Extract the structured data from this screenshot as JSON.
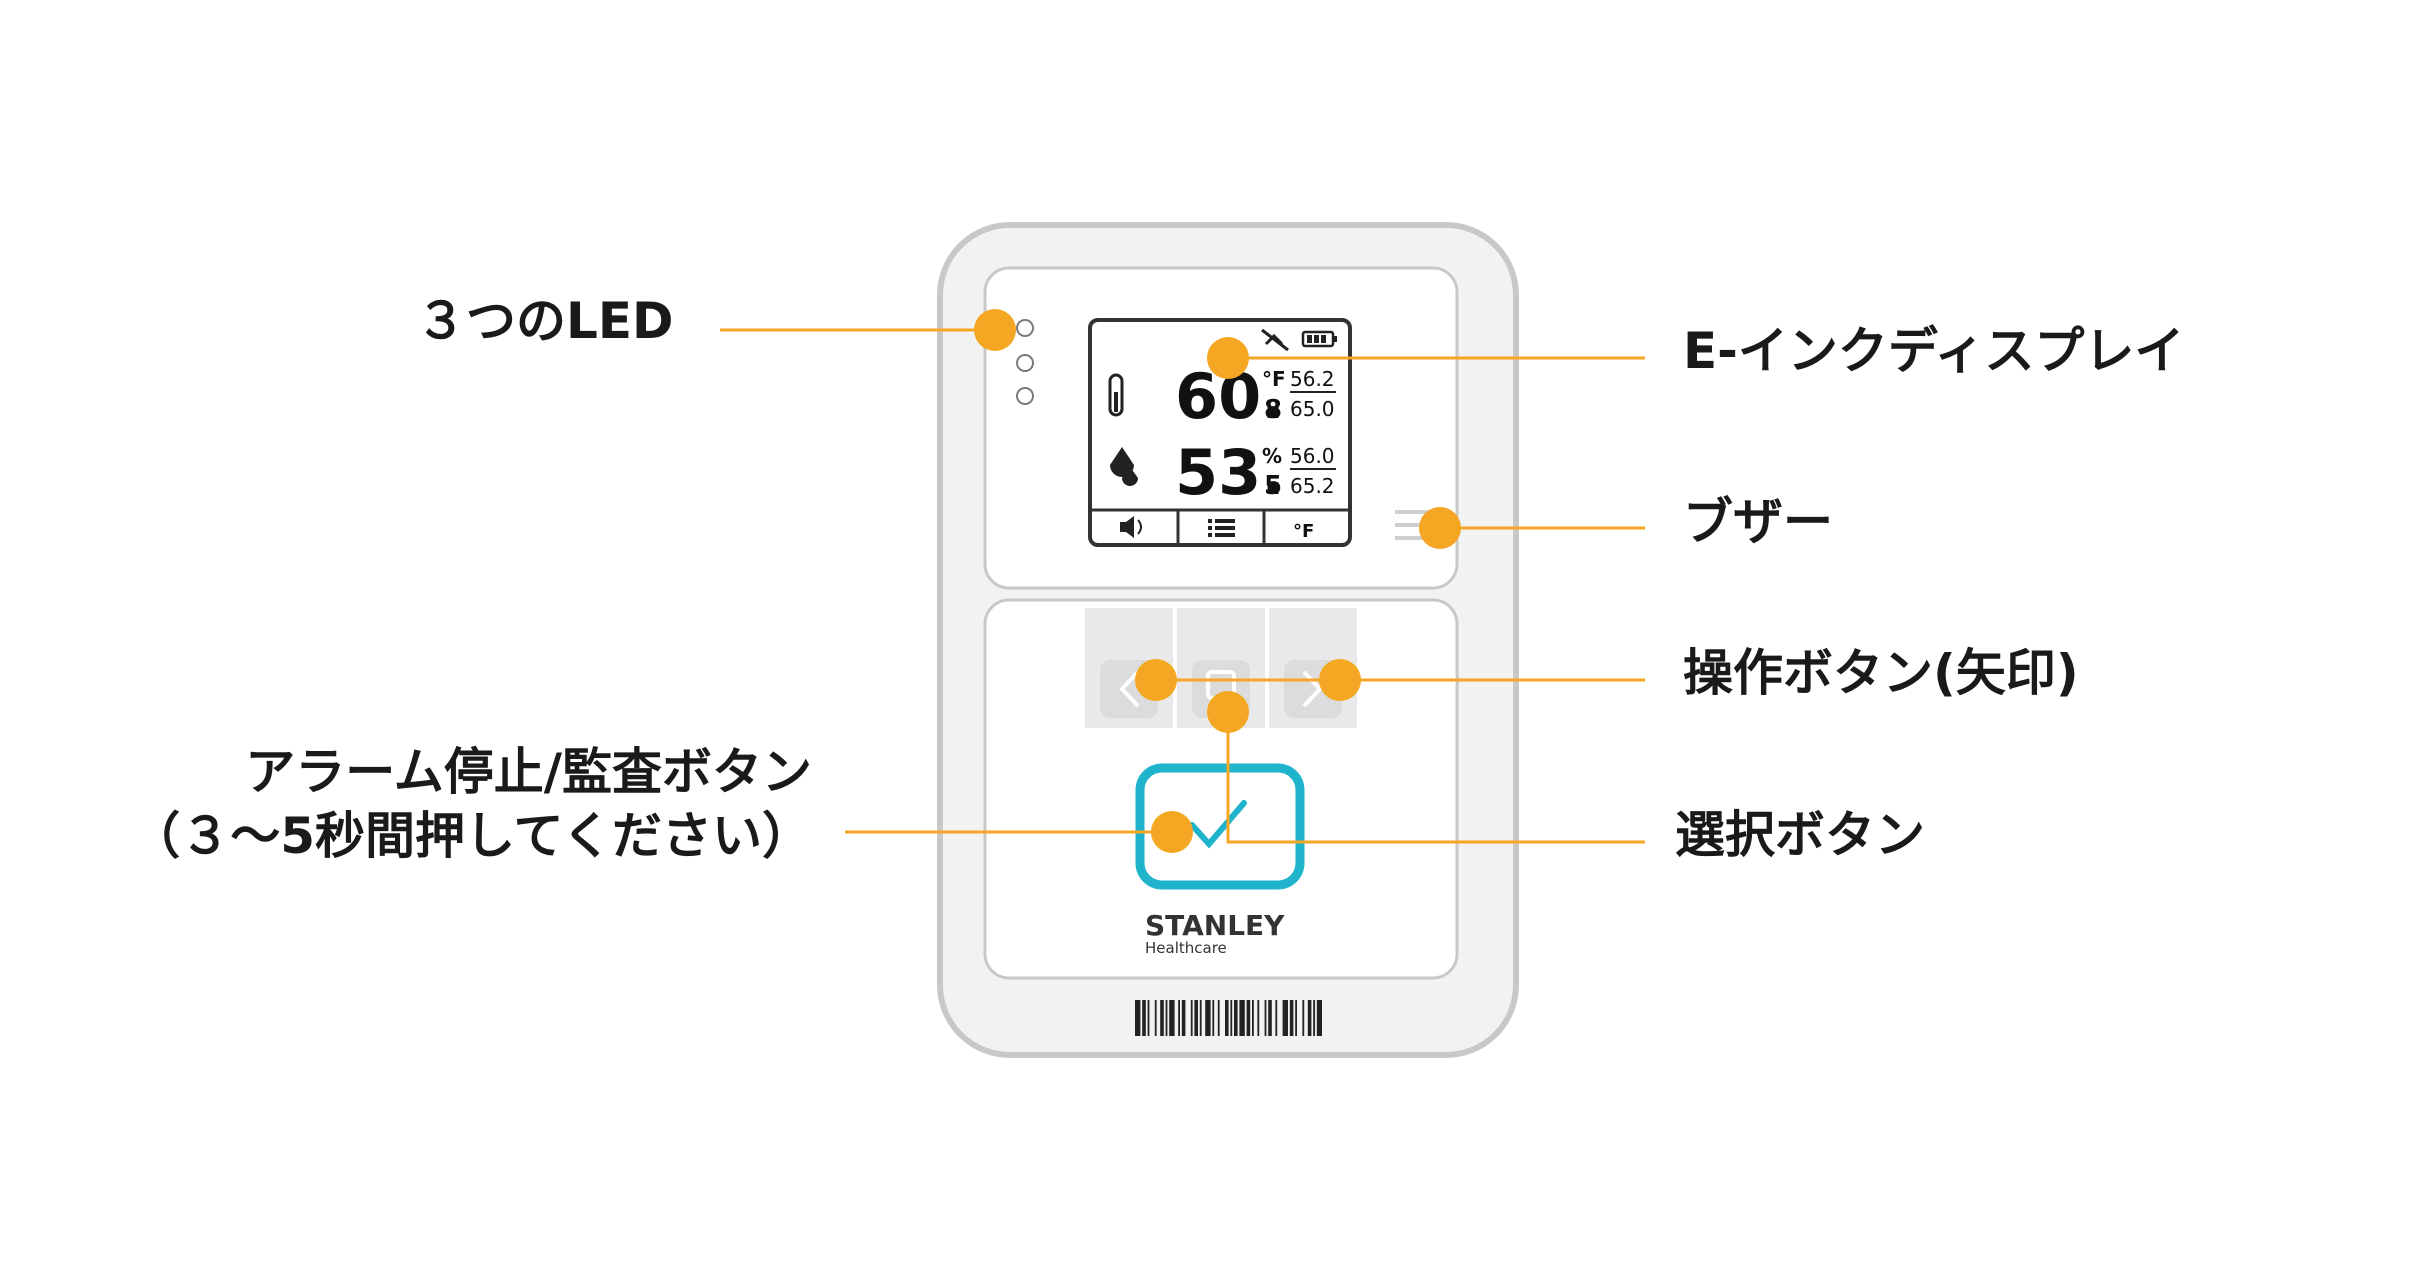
{
  "labels": {
    "leds": "３つのLED",
    "eink_display": "E-インクディスプレイ",
    "buzzer": "ブザー",
    "nav_buttons": "操作ボタン(矢印)",
    "alarm_stop_line1": "アラーム停止/監査ボタン",
    "alarm_stop_line2": "（３～5秒間押してください）",
    "select_button": "選択ボタン"
  },
  "device": {
    "temperature_main": "60.",
    "temperature_decimal": "8",
    "temperature_unit": "°F",
    "temperature_high": "56.2",
    "temperature_low": "65.0",
    "humidity_main": "53.",
    "humidity_decimal": "5",
    "humidity_unit": "%",
    "humidity_high": "56.0",
    "humidity_low": "65.2",
    "softkey_right": "°F",
    "brand_name": "STANLEY",
    "brand_sub": "Healthcare"
  },
  "colors": {
    "callout_orange": "#f5a623",
    "check_teal": "#1fb4cc",
    "device_outline": "#c9c9c9"
  }
}
